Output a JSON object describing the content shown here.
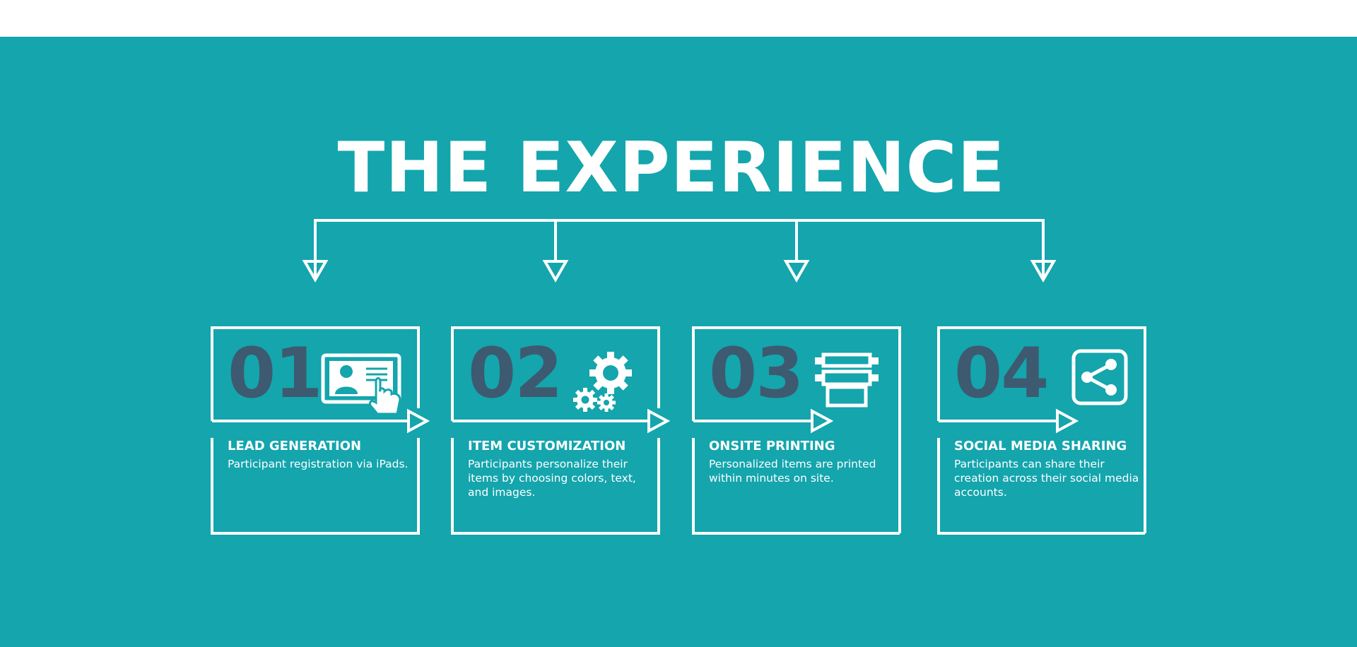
{
  "diagram": {
    "title": "THE EXPERIENCE",
    "colors": {
      "background": "#14a5ad",
      "outline": "#ffffff",
      "number": "#3d5a70",
      "top_strip": "#ffffff"
    },
    "steps": [
      {
        "number": "01",
        "title": "LEAD GENERATION",
        "description": "Participant registration via iPads.",
        "icon": "tablet-touch-icon"
      },
      {
        "number": "02",
        "title": "ITEM CUSTOMIZATION",
        "description": "Participants personalize their items by choosing colors, text, and images.",
        "icon": "gears-icon"
      },
      {
        "number": "03",
        "title": "ONSITE PRINTING",
        "description": "Personalized items are printed within minutes on site.",
        "icon": "printer-icon"
      },
      {
        "number": "04",
        "title": "SOCIAL MEDIA SHARING",
        "description": "Participants can share their creation across their social media accounts.",
        "icon": "share-icon"
      }
    ]
  }
}
